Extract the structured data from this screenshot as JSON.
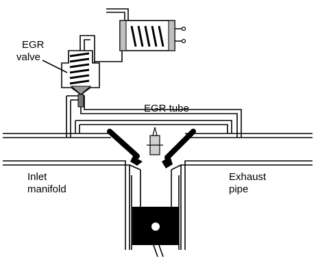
{
  "labels": {
    "egr_valve_line1": "EGR",
    "egr_valve_line2": "valve",
    "egr_tube": "EGR tube",
    "inlet_line1": "Inlet",
    "inlet_line2": "manifold",
    "exhaust_line1": "Exhaust",
    "exhaust_line2": "pipe"
  },
  "colors": {
    "line": "#000000",
    "solenoid_fill": "#c0c0c0",
    "background": "#ffffff"
  }
}
